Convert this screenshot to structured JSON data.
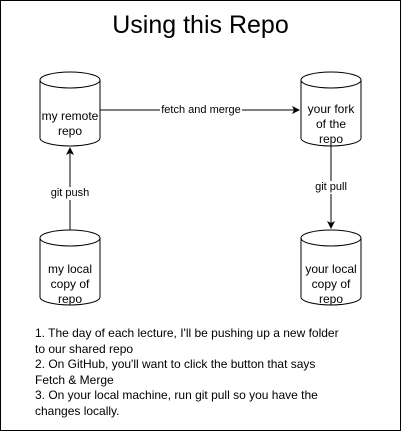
{
  "title": "Using this Repo",
  "nodes": {
    "remote": {
      "line1": "my remote",
      "line2": "repo"
    },
    "local": {
      "line1": "my local",
      "line2": "copy of",
      "line3": "repo"
    },
    "fork": {
      "line1": "your fork",
      "line2": "of the",
      "line3": "repo"
    },
    "your_local": {
      "line1": "your local",
      "line2": "copy of",
      "line3": "repo"
    }
  },
  "edges": {
    "fetch_merge": "fetch and merge",
    "git_push": "git push",
    "git_pull": "git pull"
  },
  "notes": [
    "1. The day of each lecture, I'll be pushing up a new folder",
    "to our shared repo",
    "2. On GitHub, you'll want to click the button that says",
    "Fetch & Merge",
    "3. On your local machine, run git pull so you have the",
    "changes locally."
  ]
}
